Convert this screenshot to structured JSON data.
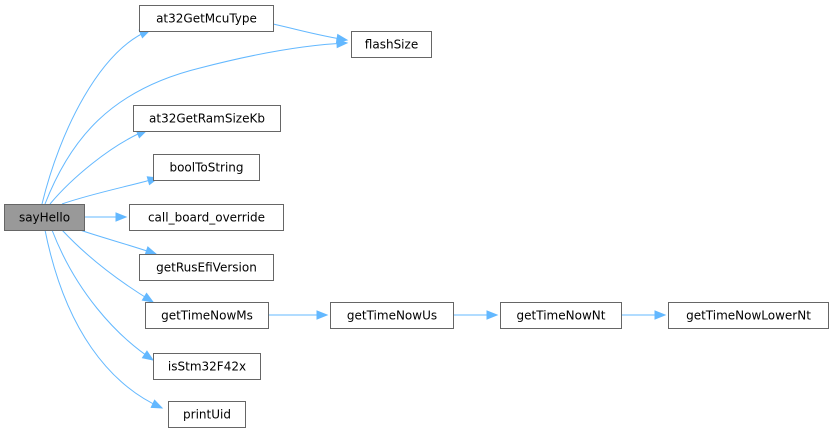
{
  "graph": {
    "nodes": [
      {
        "id": "sayHello",
        "label": "sayHello",
        "root": true
      },
      {
        "id": "at32GetMcuType",
        "label": "at32GetMcuType"
      },
      {
        "id": "flashSize",
        "label": "flashSize"
      },
      {
        "id": "at32GetRamSizeKb",
        "label": "at32GetRamSizeKb"
      },
      {
        "id": "boolToString",
        "label": "boolToString"
      },
      {
        "id": "call_board_override",
        "label": "call_board_override"
      },
      {
        "id": "getRusEfiVersion",
        "label": "getRusEfiVersion"
      },
      {
        "id": "getTimeNowMs",
        "label": "getTimeNowMs"
      },
      {
        "id": "isStm32F42x",
        "label": "isStm32F42x"
      },
      {
        "id": "printUid",
        "label": "printUid"
      },
      {
        "id": "getTimeNowUs",
        "label": "getTimeNowUs"
      },
      {
        "id": "getTimeNowNt",
        "label": "getTimeNowNt"
      },
      {
        "id": "getTimeNowLowerNt",
        "label": "getTimeNowLowerNt"
      }
    ],
    "edges": [
      {
        "from": "sayHello",
        "to": "at32GetMcuType"
      },
      {
        "from": "sayHello",
        "to": "flashSize"
      },
      {
        "from": "sayHello",
        "to": "at32GetRamSizeKb"
      },
      {
        "from": "sayHello",
        "to": "boolToString"
      },
      {
        "from": "sayHello",
        "to": "call_board_override"
      },
      {
        "from": "sayHello",
        "to": "getRusEfiVersion"
      },
      {
        "from": "sayHello",
        "to": "getTimeNowMs"
      },
      {
        "from": "sayHello",
        "to": "isStm32F42x"
      },
      {
        "from": "sayHello",
        "to": "printUid"
      },
      {
        "from": "at32GetMcuType",
        "to": "flashSize"
      },
      {
        "from": "getTimeNowMs",
        "to": "getTimeNowUs"
      },
      {
        "from": "getTimeNowUs",
        "to": "getTimeNowNt"
      },
      {
        "from": "getTimeNowNt",
        "to": "getTimeNowLowerNt"
      }
    ],
    "colors": {
      "edge": "#63b8ff",
      "root_fill": "#999999",
      "border": "#666666"
    }
  }
}
